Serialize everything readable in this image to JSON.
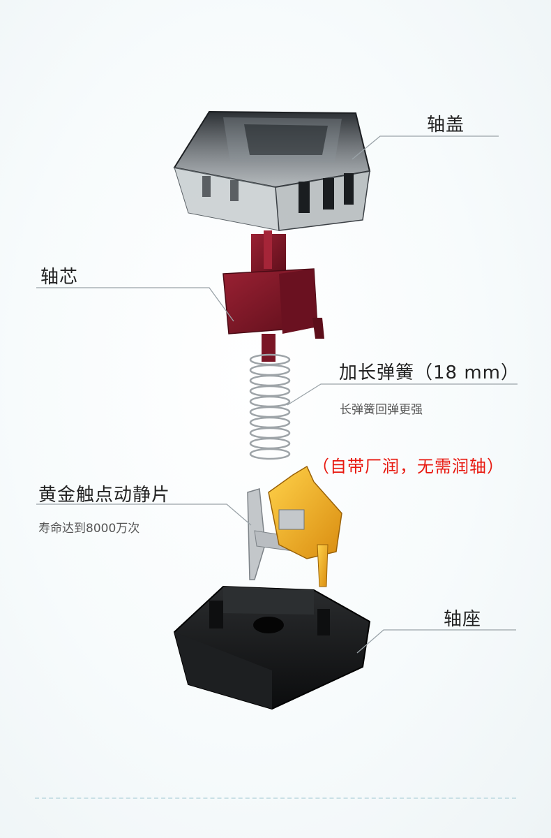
{
  "labels": {
    "housing_top": "轴盖",
    "stem": "轴芯",
    "spring": "加长弹簧（18 mm）",
    "spring_desc": "长弹簧回弹更强",
    "callout": "（自带厂润，无需润轴）",
    "contacts": "黄金触点动静片",
    "contacts_desc": "寿命达到8000万次",
    "housing_bottom": "轴座"
  },
  "colors": {
    "housing_top": "#3a3f44",
    "stem": "#7c1626",
    "contact_gold": "#e8a317",
    "contact_silver": "#b9bdc1",
    "housing_bottom": "#151617",
    "callout": "#e8180f",
    "leader_line": "#9aa3a8"
  }
}
